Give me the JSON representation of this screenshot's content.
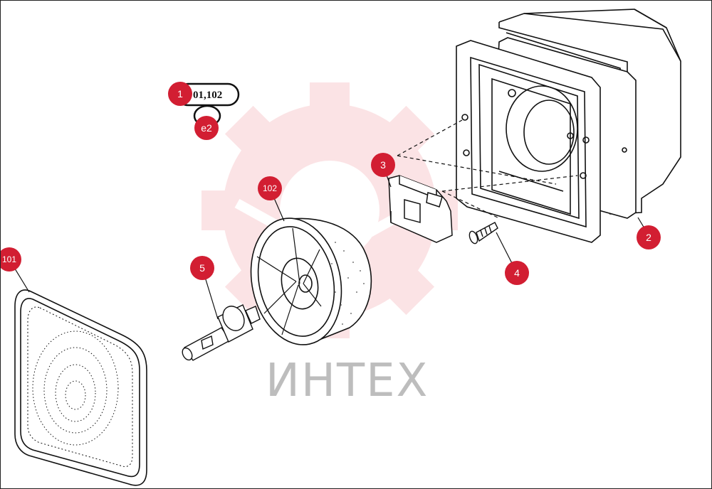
{
  "watermark": {
    "text": "ИНТЕХ",
    "color": "#e8323c"
  },
  "label_pill": {
    "text": "01,102"
  },
  "callouts": {
    "c1": "1",
    "c2": "2",
    "c3": "3",
    "c4": "4",
    "c5": "5",
    "c101": "101",
    "c102": "102",
    "ce2": "e2"
  },
  "colors": {
    "callout": "#d21e32",
    "line": "#111111"
  }
}
